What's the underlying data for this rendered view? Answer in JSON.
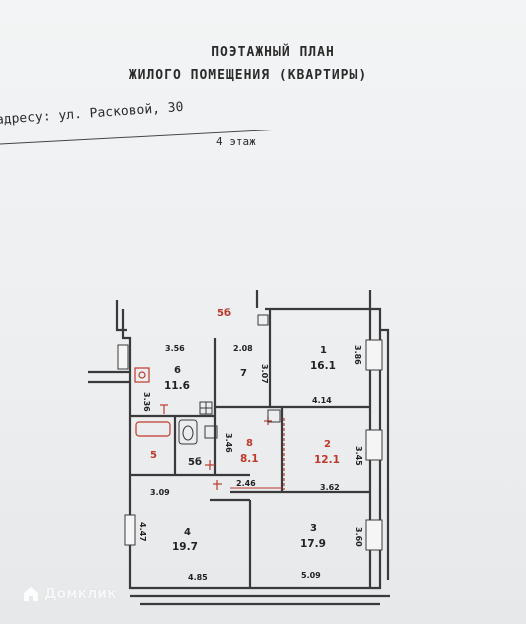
{
  "document": {
    "title_line1": "ПОЭТАЖНЫЙ ПЛАН",
    "title_line2": "ЖИЛОГО ПОМЕЩЕНИЯ (КВАРТИРЫ)",
    "address": "адресу: ул. Расковой, 30",
    "floor": "4 этаж",
    "section_mark": "5б"
  },
  "rooms": [
    {
      "id": "1",
      "area": "16.1",
      "color": "#222222"
    },
    {
      "id": "2",
      "area": "12.1",
      "color": "#c0392b"
    },
    {
      "id": "3",
      "area": "17.9",
      "color": "#222222"
    },
    {
      "id": "4",
      "area": "19.7",
      "color": "#222222"
    },
    {
      "id": "5",
      "area": "",
      "color": "#c0392b"
    },
    {
      "id": "5б",
      "area": "",
      "color": "#222222"
    },
    {
      "id": "6",
      "area": "11.6",
      "color": "#222222"
    },
    {
      "id": "7",
      "area": "",
      "color": "#222222"
    },
    {
      "id": "8",
      "area": "8.1",
      "color": "#c0392b"
    }
  ],
  "dimensions": [
    "3.56",
    "2.08",
    "3.86",
    "3.07",
    "3.36",
    "4.14",
    "3.46",
    "3.45",
    "3.09",
    "2.46",
    "3.62",
    "4.47",
    "3.60",
    "4.85",
    "5.09"
  ],
  "watermark": "Домклик",
  "colors": {
    "ink": "#222222",
    "wall": "#3a3a3a",
    "redline": "#c0392b"
  }
}
